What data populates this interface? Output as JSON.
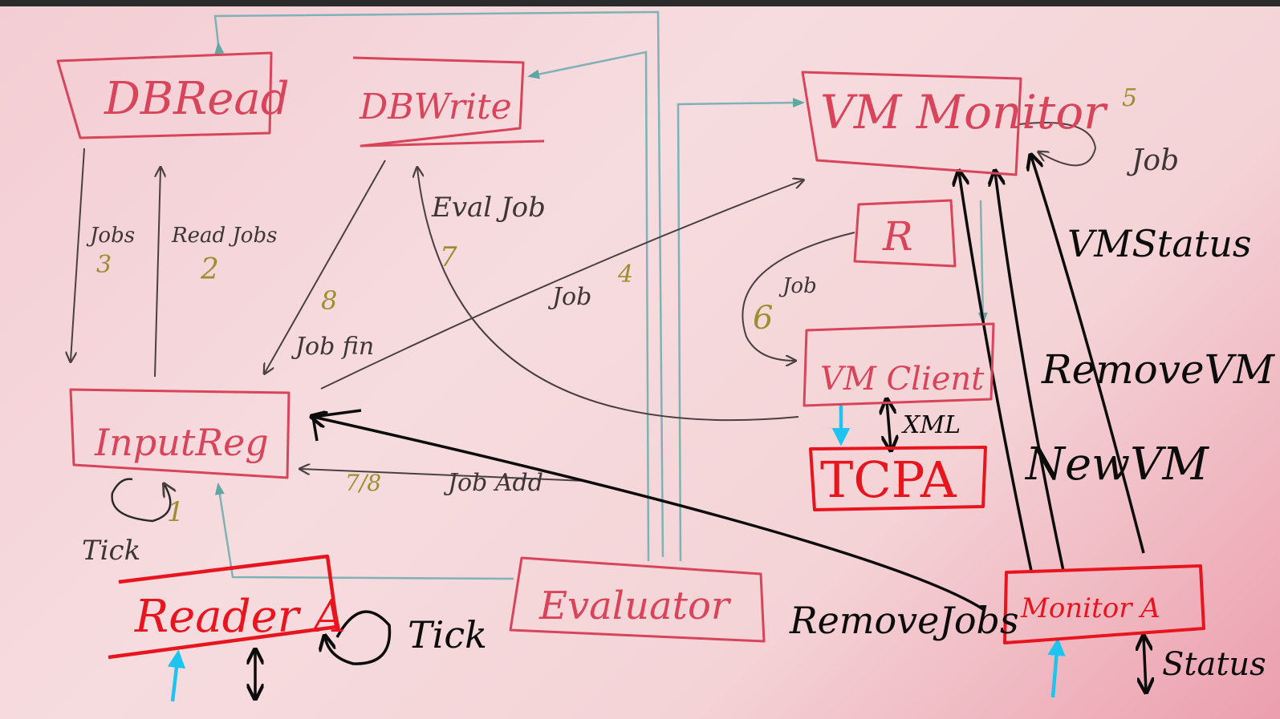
{
  "nodes": {
    "dbread": "DBRead",
    "dbwrite": "DBWrite",
    "vmmonitor": "VM Monitor",
    "r": "R",
    "vmclient": "VM Client",
    "tcpa": "TCPA",
    "inputreg": "InputReg",
    "readera": "Reader A",
    "evaluator": "Evaluator",
    "monitora": "Monitor A"
  },
  "labels": {
    "jobs": "Jobs",
    "jobs_num": "3",
    "readjobs": "Read Jobs",
    "readjobs_num": "2",
    "evaljob": "Eval Job",
    "evaljob_num": "7",
    "eight": "8",
    "jobfin": "Job fin",
    "job4": "Job",
    "job4_num": "4",
    "five": "5",
    "job5": "Job",
    "vmstatus": "VMStatus",
    "job6": "Job",
    "job6_num": "6",
    "xml": "XML",
    "removevm": "RemoveVM",
    "newvm": "NewVM",
    "seven_eight": "7/8",
    "jobadd": "Job Add",
    "one": "1",
    "tick_left": "Tick",
    "tick_right": "Tick",
    "removejobs": "RemoveJobs",
    "status": "Status"
  },
  "colors": {
    "paper": "#f4d4d8",
    "box_pink": "#d8445a",
    "box_red": "#e8141e",
    "pencil": "#4a4040",
    "marker": "#0c0c0c",
    "teal": "#7fb2b5",
    "cyan": "#1ec4f0",
    "olive": "#9a9030"
  }
}
